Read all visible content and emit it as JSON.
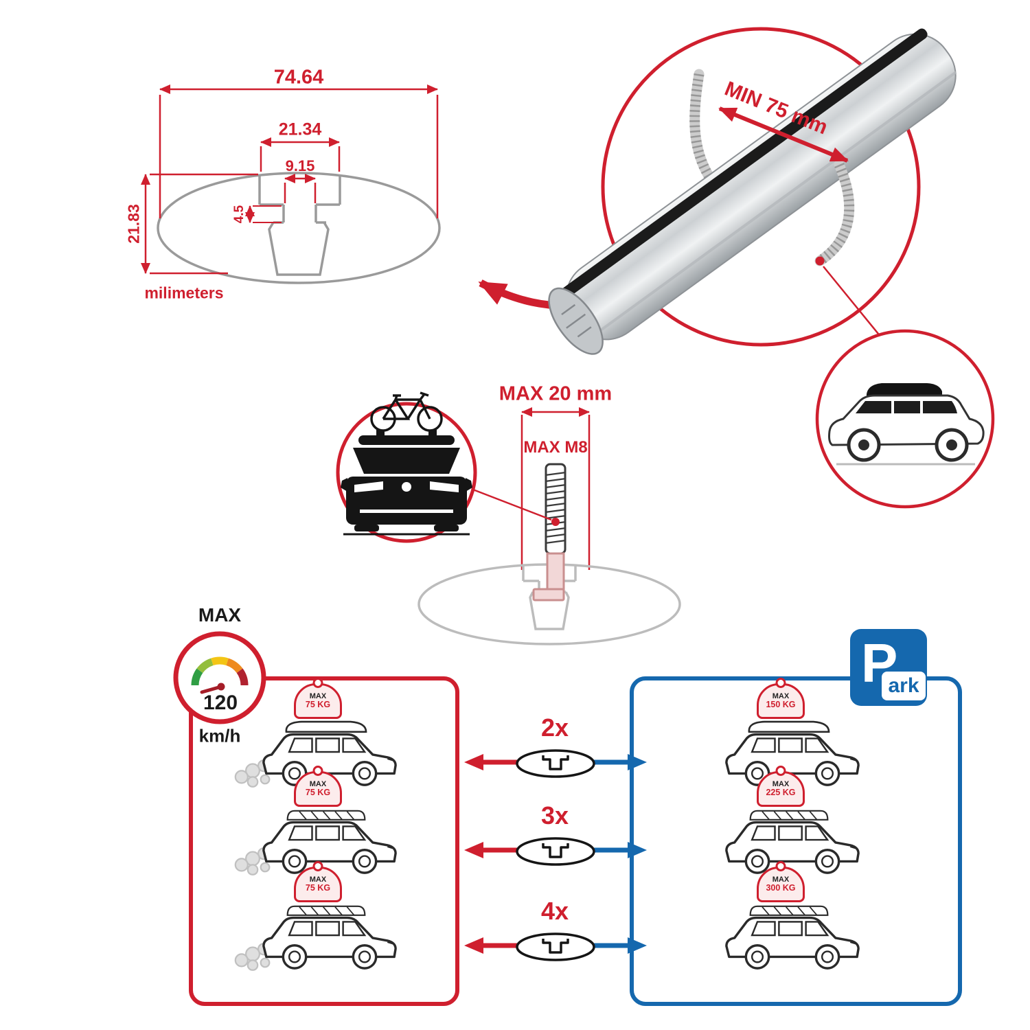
{
  "dimension_diagram": {
    "total_width": "74.64",
    "slot_outer_width": "21.34",
    "slot_inner_width": "9.15",
    "lip_height": "4.5",
    "total_height": "21.83",
    "units": "milimeters"
  },
  "bar_callout": {
    "min_clamp_span": "MIN 75 mm"
  },
  "bolt_callout": {
    "max_length": "MAX 20 mm",
    "max_thread": "MAX M8"
  },
  "speed_limit": {
    "title": "MAX",
    "value": "120",
    "units": "km/h"
  },
  "park_sign": {
    "letter": "P",
    "suffix": "ark"
  },
  "rows": [
    {
      "qty": "2x",
      "drive_tag": "MAX",
      "drive_load": "75 KG",
      "park_tag": "MAX",
      "park_load": "150 KG"
    },
    {
      "qty": "3x",
      "drive_tag": "MAX",
      "drive_load": "75 KG",
      "park_tag": "MAX",
      "park_load": "225 KG"
    },
    {
      "qty": "4x",
      "drive_tag": "MAX",
      "drive_load": "75 KG",
      "park_tag": "MAX",
      "park_load": "300 KG"
    }
  ],
  "colors": {
    "accent_red": "#cf1f2e",
    "accent_blue": "#1568ae",
    "gauge_green": "#2f9e44",
    "gauge_light_green": "#94be3c",
    "gauge_yellow": "#f3c515",
    "gauge_orange": "#ee8a1f",
    "gauge_dark_red": "#b02230"
  }
}
